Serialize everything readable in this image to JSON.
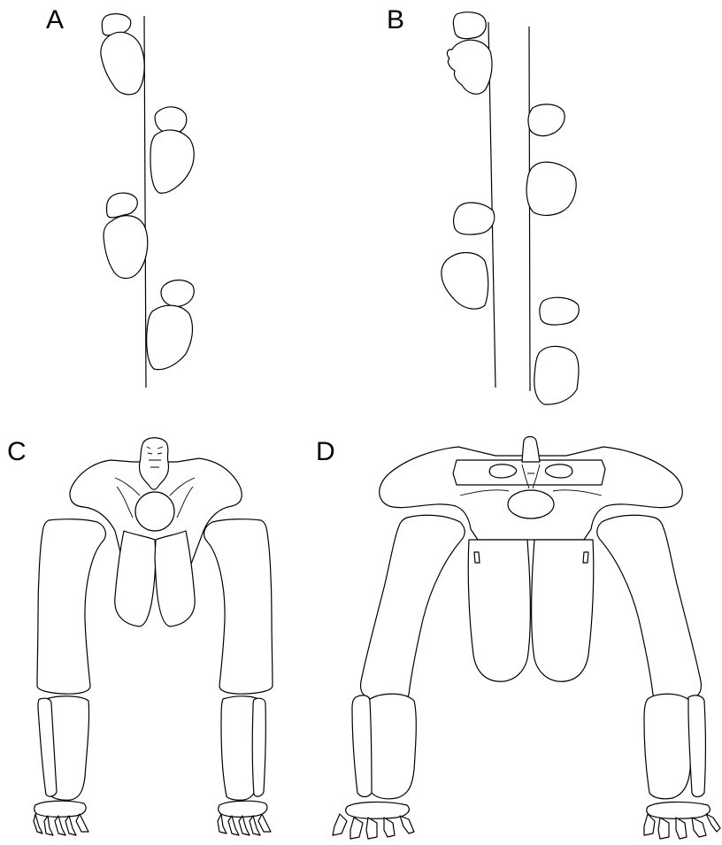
{
  "figure": {
    "panels": [
      {
        "id": "A",
        "label": "A",
        "content": "trackway"
      },
      {
        "id": "B",
        "label": "B",
        "content": "trackway"
      },
      {
        "id": "C",
        "label": "C",
        "content": "skeleton"
      },
      {
        "id": "D",
        "label": "D",
        "content": "skeleton"
      }
    ],
    "colors": {
      "ink": "#000000",
      "background": "#ffffff"
    }
  }
}
